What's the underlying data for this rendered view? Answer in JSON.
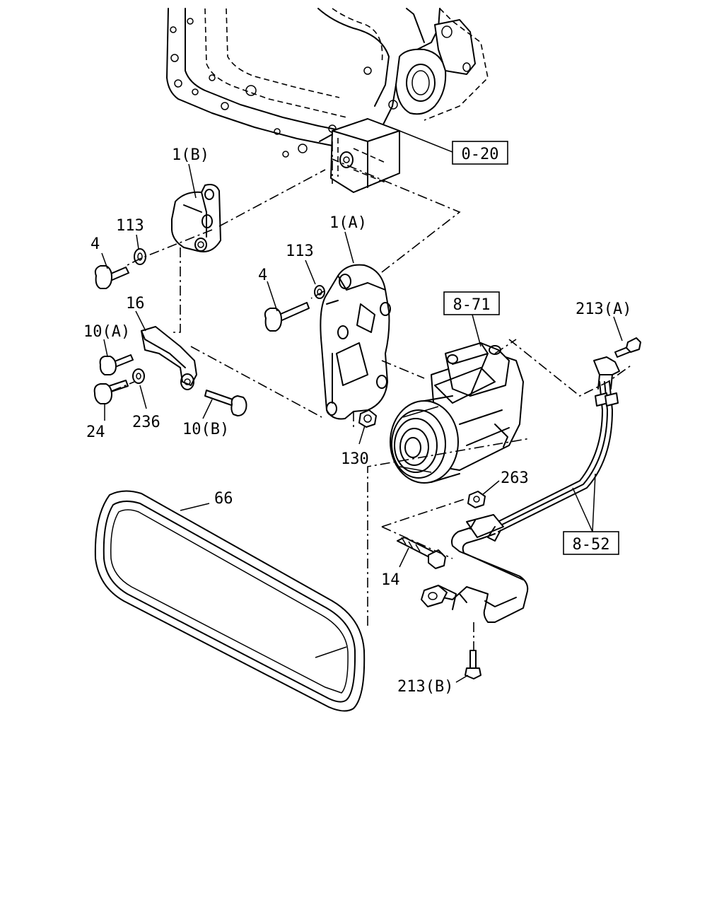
{
  "callouts": {
    "ref_0_20": "0-20",
    "ref_8_71": "8-71",
    "ref_8_52": "8-52",
    "part_1b": "1(B)",
    "part_1a": "1(A)",
    "part_113_left": "113",
    "part_113_right": "113",
    "part_4_left": "4",
    "part_4_right": "4",
    "part_16": "16",
    "part_10a": "10(A)",
    "part_10b": "10(B)",
    "part_24": "24",
    "part_236": "236",
    "part_130": "130",
    "part_213a": "213(A)",
    "part_213b": "213(B)",
    "part_263": "263",
    "part_66": "66",
    "part_14": "14"
  }
}
